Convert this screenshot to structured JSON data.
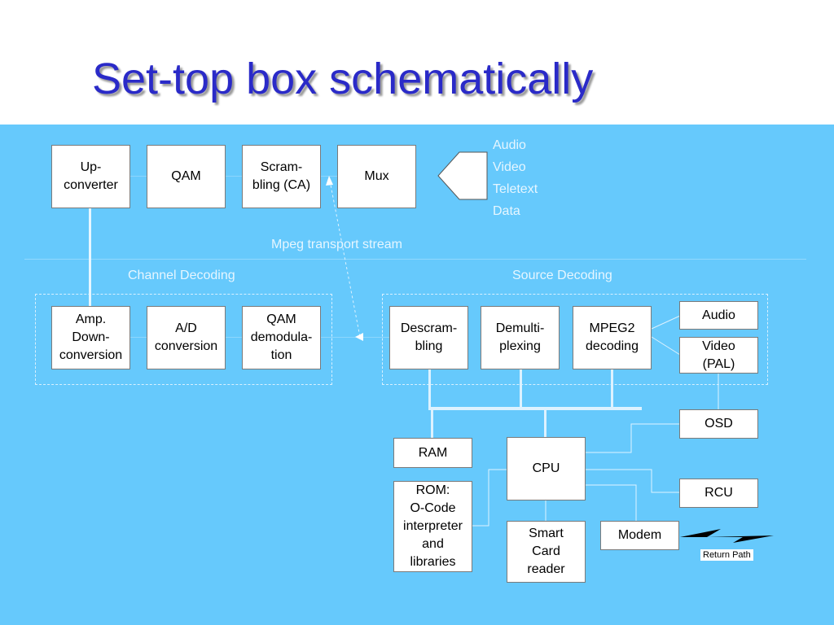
{
  "title": "Set-top box schematically",
  "inputs": [
    "Audio",
    "Video",
    "Teletext",
    "Data"
  ],
  "labels": {
    "transport_stream": "Mpeg transport stream",
    "channel_decoding": "Channel Decoding",
    "source_decoding": "Source Decoding",
    "return_path": "Return Path"
  },
  "blocks": {
    "upconverter": "Up-\nconverter",
    "qam": "QAM",
    "scrambling": "Scram-\nbling (CA)",
    "mux": "Mux",
    "amp": "Amp.\nDown-\nconversion",
    "ad": "A/D\nconversion",
    "qam_demod": "QAM\ndemodula-\ntion",
    "descrambling": "Descram-\nbling",
    "demux": "Demulti-\nplexing",
    "mpeg2": "MPEG2\ndecoding",
    "audio": "Audio",
    "video": "Video\n(PAL)",
    "osd": "OSD",
    "ram": "RAM",
    "cpu": "CPU",
    "rom": "ROM:\nO-Code\ninterpreter\nand\nlibraries",
    "smartcard": "Smart\nCard\nreader",
    "modem": "Modem",
    "rcu": "RCU"
  }
}
